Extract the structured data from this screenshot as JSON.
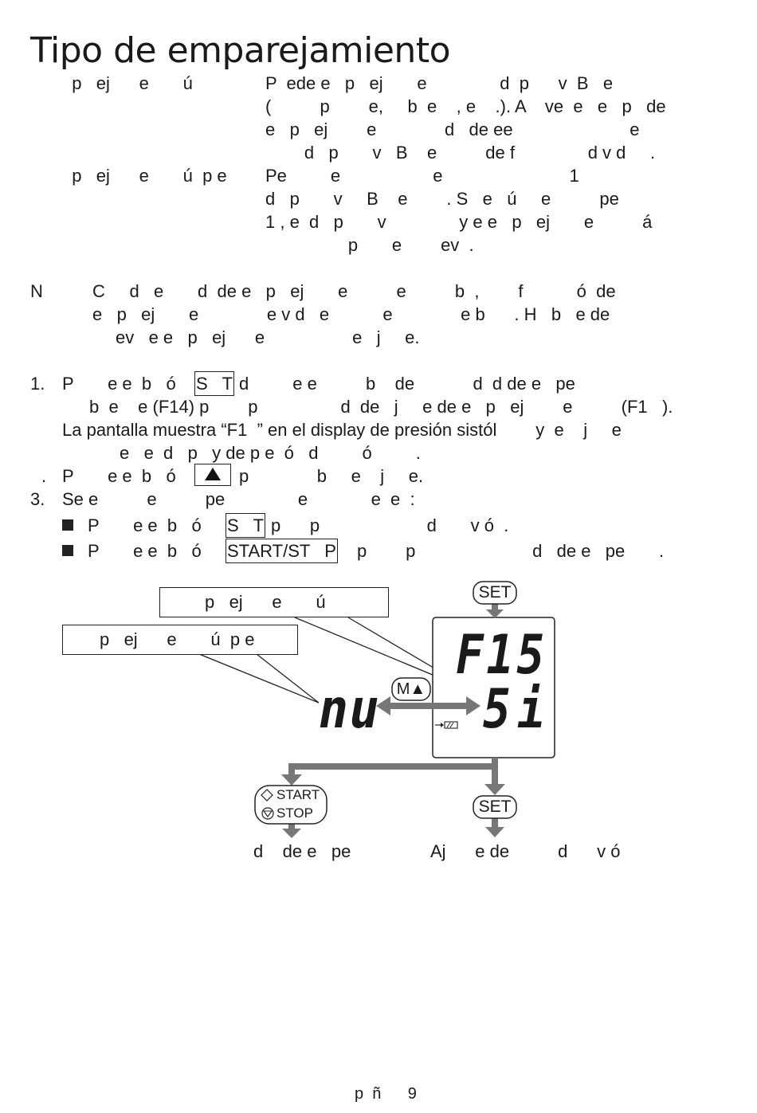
{
  "title": "Tipo de emparejamiento",
  "definitions": [
    {
      "term": "  p   ej      e       ú",
      "lines": [
        "P  ede e   p   ej       e               d  p      v  B   e",
        "(          p        e,     b  e    , e    .). A    ve  e   e   p   de",
        "e   p   ej        e              d   de ee                        e",
        "        d   p       v   B    e          de f               d v d     ."
      ]
    },
    {
      "term": "  p   ej      e       ú  p e",
      "lines": [
        "Pe         e                   e                          1",
        "d   p       v     B    e        . S   e   ú     e          pe",
        "1 , e  d   p       v               y e e   p   ej       e          á",
        "                 p       e        ev  ."
      ]
    }
  ],
  "note": {
    "label": "N",
    "lines": [
      "C     d   e       d  de e   p   ej       e          e          b  ,        f           ó  de",
      "e   p   ej       e              e v d   e           e              e b      . H   b   e de",
      "ev   e e   p   ej      e                  e   j     e."
    ]
  },
  "steps": {
    "s1": {
      "num": "1.",
      "a": "P       e e  b   ó",
      "btn": "S   T",
      "b": "d         e e          b    de            d  d de e   pe",
      "line2": "b  e    e (F14) p        p                 d  de   j     e de e   p   ej        e          (F1   ).",
      "line3": "La pantalla muestra “F1  ” en el display de presión sistól        y  e    j     e",
      "line4": "e   e  d   p   y de p e  ó   d         ó         ."
    },
    "s2": {
      "num": ".",
      "a": "P       e e  b   ó",
      "b": "p              b     e    j     e."
    },
    "s3": {
      "num": "3.",
      "text": "Se e          e          pe               e             e  e  :",
      "bullets": [
        {
          "a": "P       e e  b   ó",
          "btn": "S   T",
          "b": "p      p                      d       v ó  ."
        },
        {
          "a": "P       e e  b   ó",
          "btn": "START/ST   P",
          "b": "p        p                        d   de e   pe       ."
        }
      ]
    }
  },
  "diagram": {
    "label_top": "p   ej      e       ú",
    "label_left": "p   ej      e       ú  p e",
    "set_button": "SET",
    "m_button": "M▲",
    "display_top": "F15",
    "display_bottom": "5i",
    "display_left": "nu",
    "start_label": "START",
    "stop_label": "STOP",
    "caption_left": "d    de e   pe",
    "caption_right": "Aj      e de          d      v ó"
  },
  "footer": {
    "page": "p  ñ      9"
  }
}
